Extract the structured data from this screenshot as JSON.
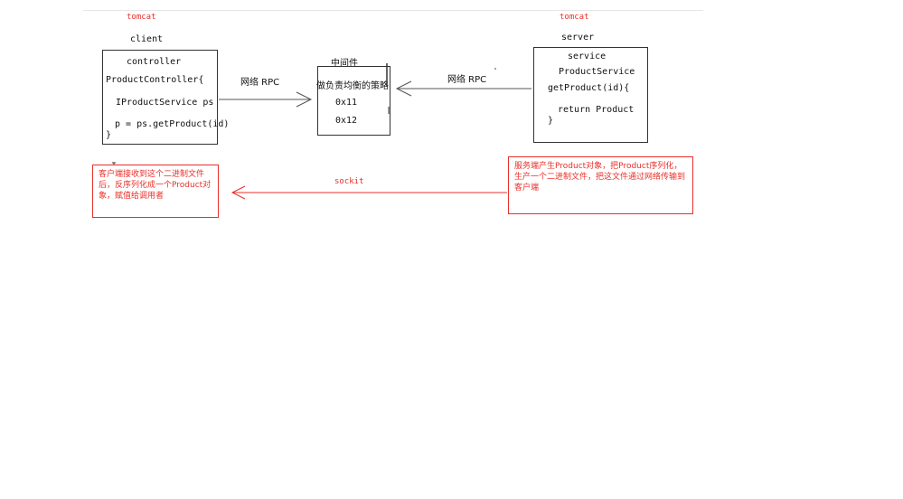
{
  "client_side": {
    "tomcat_label": "tomcat",
    "title": "client",
    "lines": [
      "controller",
      "ProductController{",
      "IProductService ps",
      "p = ps.getProduct(id)",
      "}"
    ]
  },
  "middleware": {
    "title": "中间件",
    "lines": [
      "做负责均衡的策略",
      "0x11",
      "0x12"
    ]
  },
  "server_side": {
    "tomcat_label": "tomcat",
    "title": "server",
    "lines": [
      "service",
      "ProductService",
      "getProduct(id){",
      "return Product",
      "}"
    ]
  },
  "arrows": {
    "left_rpc_label": "网络  RPC",
    "right_rpc_label": "网络  RPC",
    "socket_label": "sockit"
  },
  "notes": {
    "client_note": "客户端接收到这个二进制文件后，反序列化成一个Product对象，赋值给调用者",
    "server_note": "服务端产生Product对象，把Product序列化，生产一个二进制文件，把这文件通过网络传输到客户端"
  },
  "colors": {
    "annotation_red": "#e8302a",
    "box_border": "#333333",
    "arrow_gray": "#555555"
  }
}
